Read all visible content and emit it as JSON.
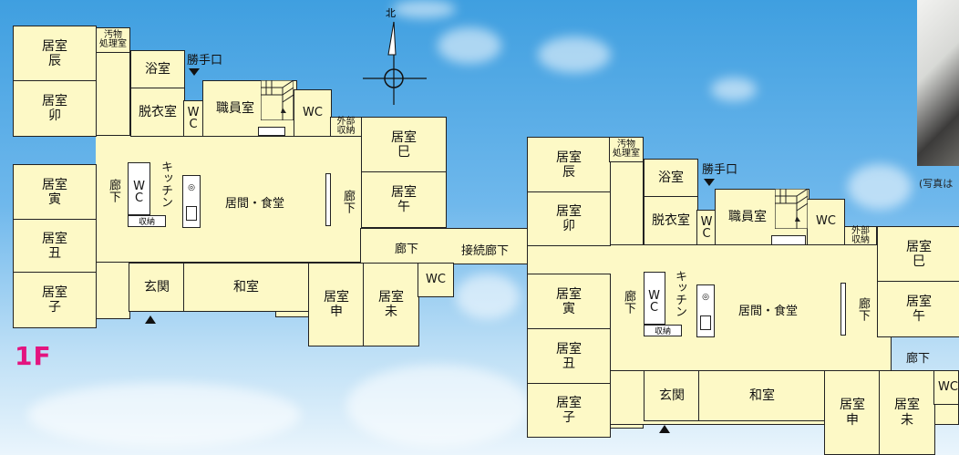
{
  "floor_label": "1F",
  "compass": {
    "north": "北"
  },
  "photo_caption": "(写真は",
  "plan_left": {
    "rooms": {
      "dragon": "居室\n辰",
      "rabbit": "居室\n卯",
      "tiger": "居室\n寅",
      "ox": "居室\n丑",
      "rat": "居室\n子",
      "snake": "居室\n巳",
      "horse": "居室\n午",
      "monkey": "居室\n申",
      "sheep": "居室\n未",
      "waste": "汚物\n処理室",
      "bath": "浴室",
      "dressing": "脱衣室",
      "wc_small": "W\nC",
      "staff": "職員室",
      "wc_staff": "WC",
      "outer_storage": "外部\n収納",
      "kitchen_wc": "W\nC",
      "storage": "収納",
      "entrance": "玄関",
      "japanese": "和室",
      "wc_bottom": "WC"
    },
    "labels": {
      "back_door": "勝手口",
      "corridor_left": "廊下",
      "kitchen": "キッチン",
      "living": "居間・食堂",
      "corridor_mid": "廊下",
      "corridor_horiz": "廊下",
      "connect": "接続廊下"
    }
  },
  "plan_right": {
    "rooms": {
      "dragon": "居室\n辰",
      "rabbit": "居室\n卯",
      "tiger": "居室\n寅",
      "ox": "居室\n丑",
      "rat": "居室\n子",
      "snake": "居室\n巳",
      "horse": "居室\n午",
      "monkey": "居室\n申",
      "sheep": "居室\n未",
      "waste": "汚物\n処理室",
      "bath": "浴室",
      "dressing": "脱衣室",
      "wc_small": "W\nC",
      "staff": "職員室",
      "wc_staff": "WC",
      "outer_storage": "外部\n収納",
      "kitchen_wc": "W\nC",
      "storage": "収納",
      "entrance": "玄関",
      "japanese": "和室",
      "wc_bottom": "WC"
    },
    "labels": {
      "back_door": "勝手口",
      "corridor_left": "廊下",
      "kitchen": "キッチン",
      "living": "居間・食堂",
      "corridor_mid": "廊下",
      "corridor_horiz": "廊下"
    }
  }
}
